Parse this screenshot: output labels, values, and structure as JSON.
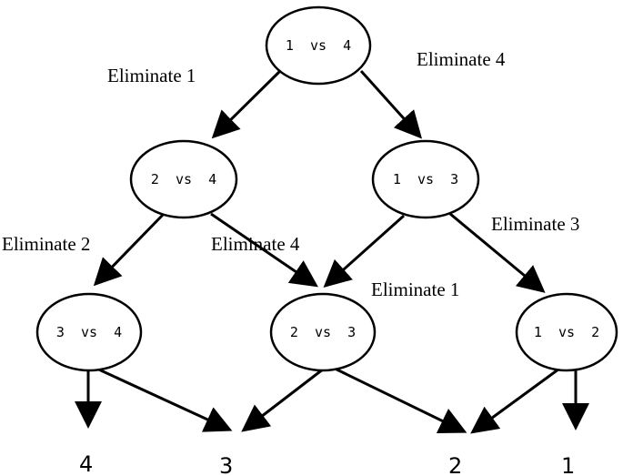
{
  "diagram": {
    "nodes": [
      {
        "id": "n1",
        "label": "1 vs 4"
      },
      {
        "id": "n2",
        "label": "2 vs 4"
      },
      {
        "id": "n3",
        "label": "1 vs 3"
      },
      {
        "id": "n4",
        "label": "3 vs 4"
      },
      {
        "id": "n5",
        "label": "2 vs 3"
      },
      {
        "id": "n6",
        "label": "1 vs 2"
      }
    ],
    "edge_labels": {
      "n1_n2": "Eliminate 1",
      "n1_n3": "Eliminate 4",
      "n2_n4": "Eliminate 2",
      "n2_n5": "Eliminate 4",
      "n3_n5": "Eliminate 1",
      "n3_n6": "Eliminate 3"
    },
    "outcomes": [
      "4",
      "3",
      "2",
      "1"
    ],
    "colors": {
      "stroke": "#000000",
      "background": "#ffffff"
    }
  }
}
